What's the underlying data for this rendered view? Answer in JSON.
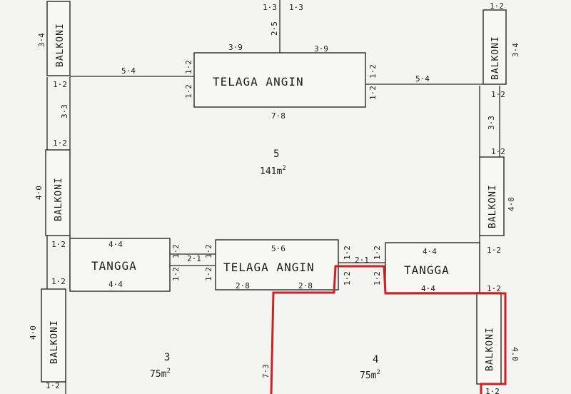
{
  "rooms": {
    "telaga_angin_top": "TELAGA  ANGIN",
    "telaga_angin_mid": "TELAGA ANGIN",
    "tangga_left": "TANGGA",
    "tangga_right": "TANGGA",
    "balkoni": "BALKONI"
  },
  "lots": {
    "lot5": {
      "number": "5",
      "area": "141m",
      "sup": "2"
    },
    "lot3": {
      "number": "3",
      "area": "75m",
      "sup": "2"
    },
    "lot4": {
      "number": "4",
      "area": "75m",
      "sup": "2"
    }
  },
  "dims": {
    "d13": "1·3",
    "d25": "2·5",
    "d34": "3·4",
    "d39": "3·9",
    "d12": "1·2",
    "d54": "5·4",
    "d33": "3·3",
    "d78": "7·8",
    "d40": "4·0",
    "d44": "4·4",
    "d21": "2·1",
    "d56": "5·6",
    "d28": "2·8",
    "d73": "7·3",
    "d40b": "4.0"
  },
  "colors": {
    "boundary": "#d02020",
    "ink": "#2a2a2a"
  }
}
